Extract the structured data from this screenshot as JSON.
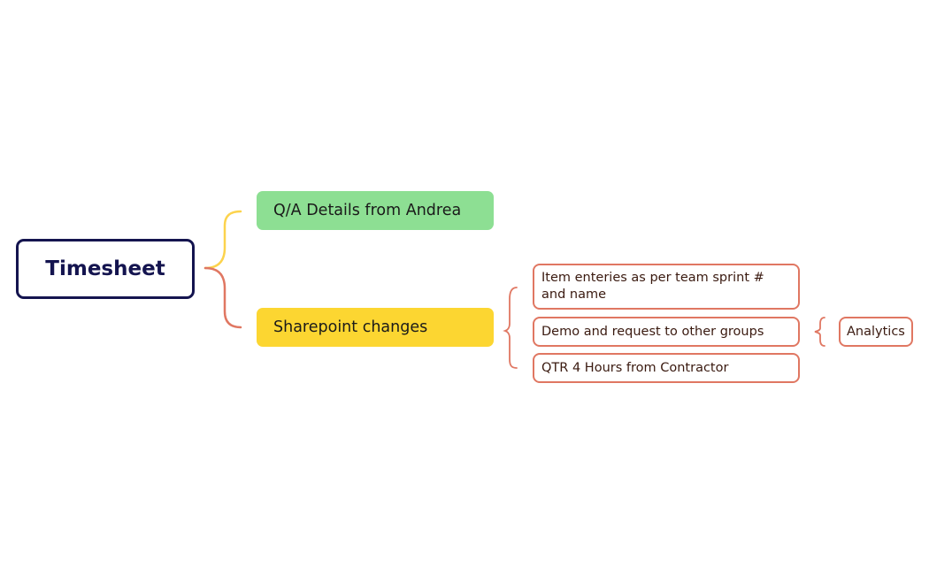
{
  "root": {
    "label": "Timesheet"
  },
  "branches": [
    {
      "label": "Q/A Details from Andrea",
      "color": "#8ddf93",
      "connector_color": "#fcd34d"
    },
    {
      "label": "Sharepoint changes",
      "color": "#fcd631",
      "connector_color": "#e07762",
      "children": [
        {
          "label": "Item enteries as per team sprint # and name"
        },
        {
          "label": "Demo and request to other groups",
          "children": [
            {
              "label": "Analytics"
            }
          ]
        },
        {
          "label": "QTR 4 Hours from Contractor"
        }
      ]
    }
  ],
  "colors": {
    "root_border": "#14144f",
    "leaf_border": "#e07762",
    "background": "#ffffff"
  }
}
